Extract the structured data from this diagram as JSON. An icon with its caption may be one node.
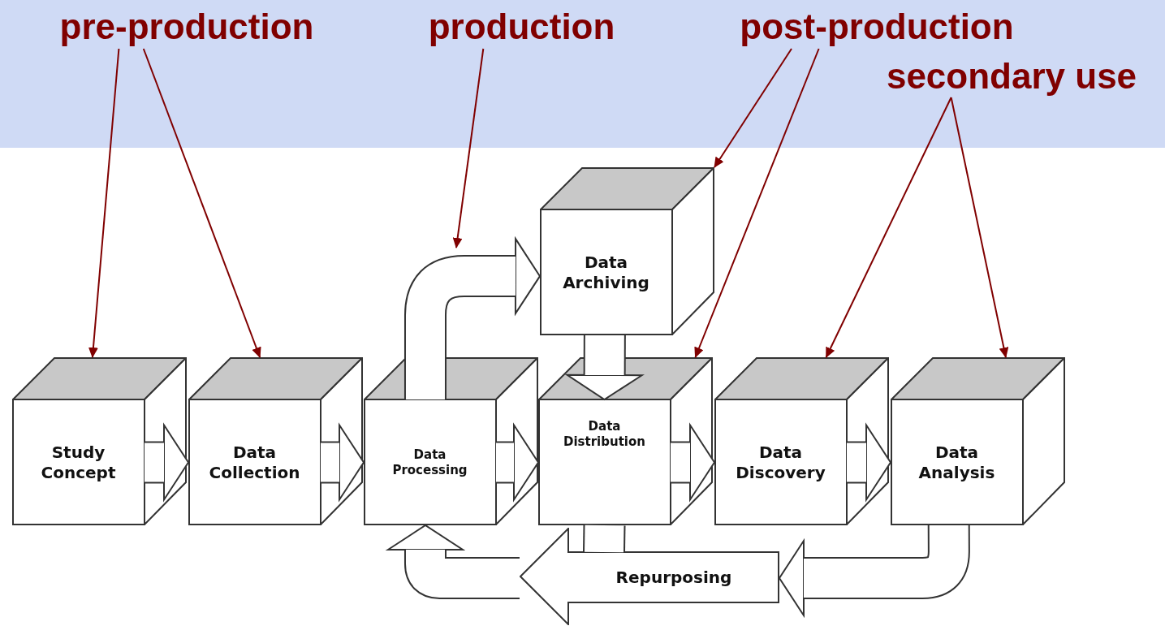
{
  "diagram": {
    "nodes": [
      {
        "text": [
          "pre-production"
        ]
      },
      {
        "text": [
          "production"
        ]
      },
      {
        "text": [
          "post-production"
        ]
      },
      {
        "text": [
          "secondary use"
        ]
      },
      {
        "text": [
          "Study Concept"
        ]
      },
      {
        "text": [
          "Data Collection"
        ]
      },
      {
        "text": [
          "Data Processing"
        ]
      },
      {
        "text": [
          "Data Distribution"
        ]
      },
      {
        "text": [
          "Data Discovery"
        ]
      },
      {
        "text": [
          "Data Analysis"
        ]
      },
      {
        "text": [
          "Data Archiving"
        ]
      },
      {
        "text": [
          "Repurposing"
        ]
      }
    ],
    "edges": [
      {
        "from": 0,
        "to": 4,
        "arrow": "to",
        "color": "#800000"
      },
      {
        "from": 0,
        "to": 5,
        "arrow": "to",
        "color": "#800000"
      },
      {
        "from": 1,
        "to": null,
        "arrow": "to",
        "color": "#800000"
      },
      {
        "from": 2,
        "to": 10,
        "arrow": "to",
        "color": "#800000"
      },
      {
        "from": 2,
        "to": 7,
        "arrow": "to",
        "color": "#800000"
      },
      {
        "from": 3,
        "to": 8,
        "arrow": "to",
        "color": "#800000"
      },
      {
        "from": 3,
        "to": 9,
        "arrow": "to",
        "color": "#800000"
      },
      {
        "from": 4,
        "to": 5,
        "arrow": "to"
      },
      {
        "from": 5,
        "to": 6,
        "arrow": "to"
      },
      {
        "from": 6,
        "to": 7,
        "arrow": "to"
      },
      {
        "from": 7,
        "to": 8,
        "arrow": "to"
      },
      {
        "from": 8,
        "to": 9,
        "arrow": "to"
      },
      {
        "from": 6,
        "to": 10,
        "arrow": "to"
      },
      {
        "from": 10,
        "to": 7,
        "arrow": "to"
      },
      {
        "from": 9,
        "to": 11,
        "arrow": "to"
      },
      {
        "from": 7,
        "to": 11,
        "arrow": "none"
      },
      {
        "from": 11,
        "to": 6,
        "arrow": "to"
      }
    ]
  }
}
